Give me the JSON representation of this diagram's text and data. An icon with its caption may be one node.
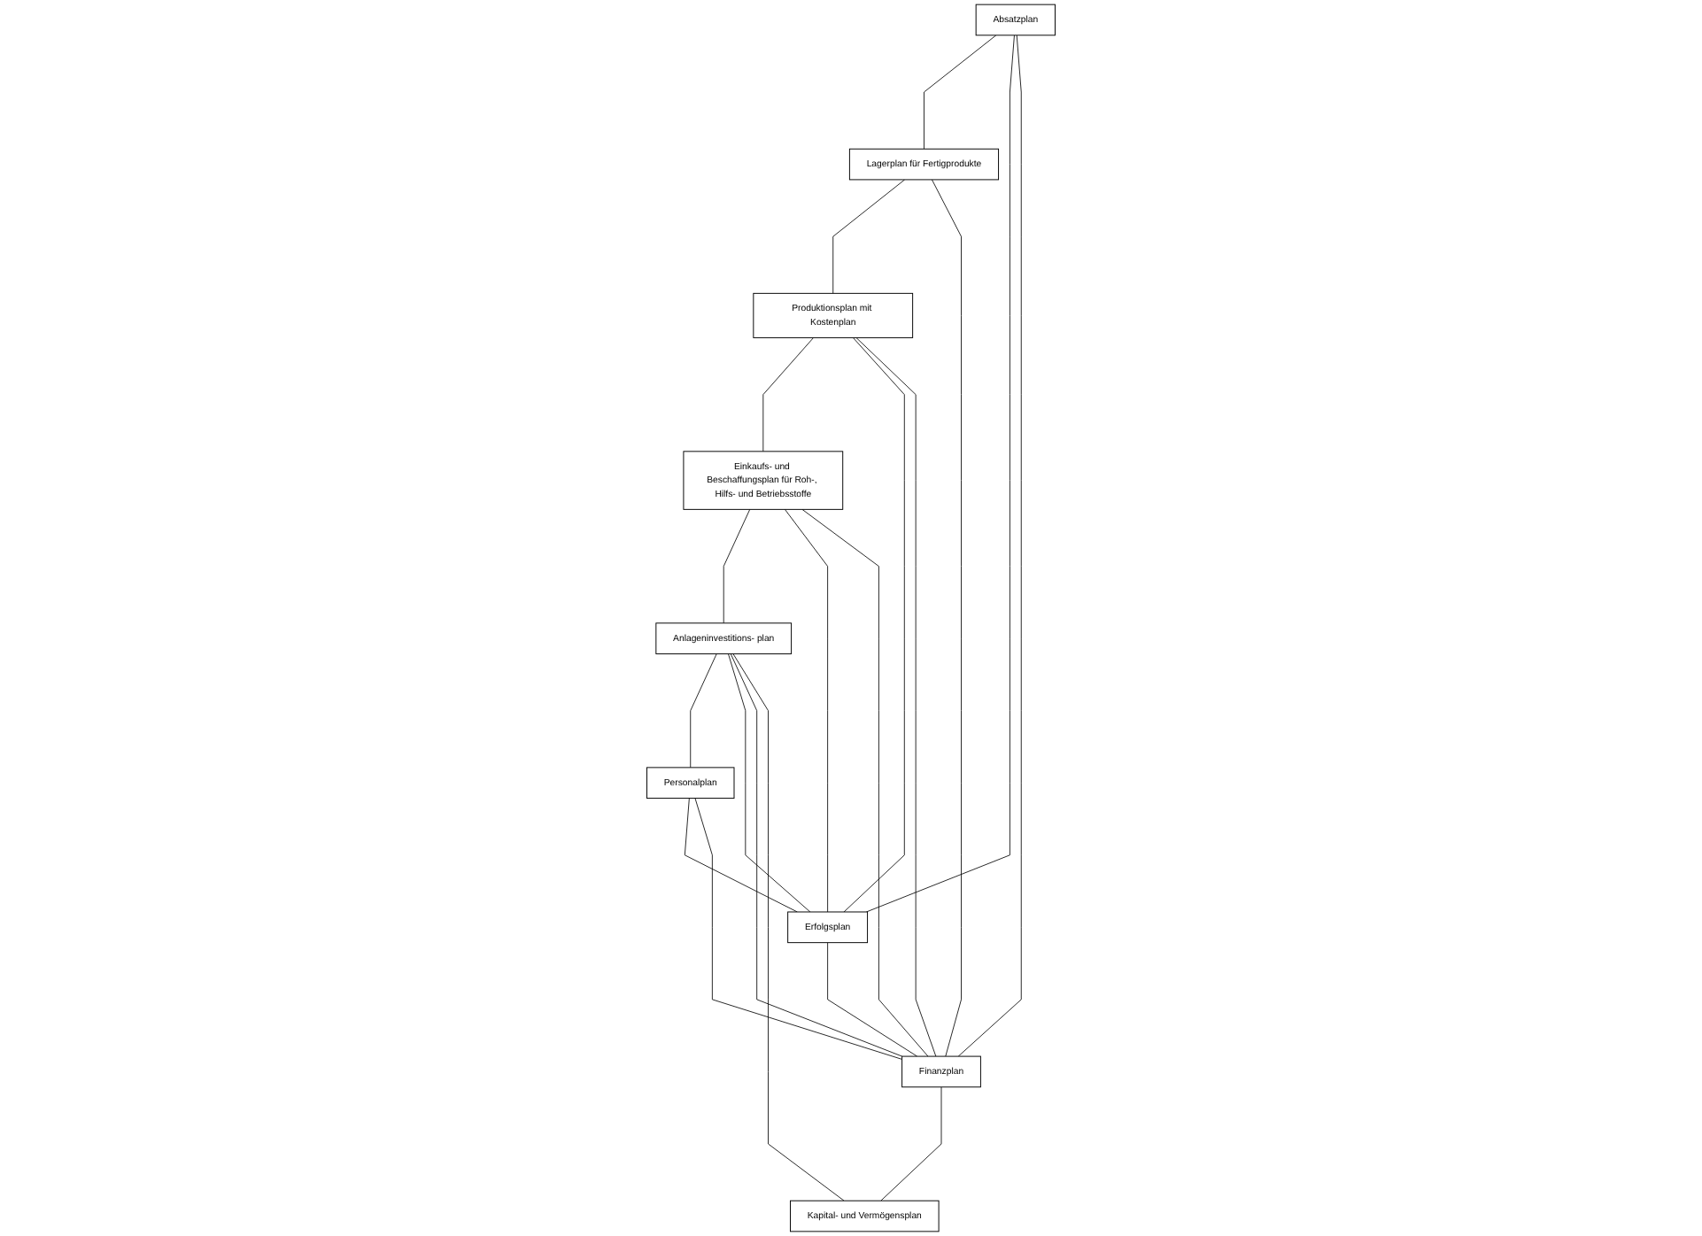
{
  "diagram": {
    "nodes": [
      {
        "text": [
          "Absatzplan"
        ]
      },
      {
        "text": [
          "Lagerplan für Fertigprodukte"
        ]
      },
      {
        "text": [
          "Produktionsplan mit Kostenplan"
        ]
      },
      {
        "text": [
          "Einkaufs- und Beschaffungsplan für Roh-, Hilfs- und Betriebsstoffe"
        ]
      },
      {
        "text": [
          "Anlageninvestitions- plan"
        ]
      },
      {
        "text": [
          "Personalplan"
        ]
      },
      {
        "text": [
          "Erfolgsplan"
        ]
      },
      {
        "text": [
          "Finanzplan"
        ]
      },
      {
        "text": [
          "Kapital- und Vermögensplan"
        ]
      }
    ],
    "edges": [
      {
        "from": 0,
        "to": 1,
        "arrow": "none"
      },
      {
        "from": 1,
        "to": 2,
        "arrow": "none"
      },
      {
        "from": 2,
        "to": 3,
        "arrow": "none"
      },
      {
        "from": 3,
        "to": 4,
        "arrow": "none"
      },
      {
        "from": 4,
        "to": 5,
        "arrow": "none"
      },
      {
        "from": 6,
        "to": 7,
        "arrow": "none"
      },
      {
        "from": 7,
        "to": 8,
        "arrow": "none"
      },
      {
        "from": 0,
        "to": 6,
        "arrow": "none"
      },
      {
        "from": 0,
        "to": 7,
        "arrow": "none"
      },
      {
        "from": 1,
        "to": 7,
        "arrow": "none"
      },
      {
        "from": 2,
        "to": 6,
        "arrow": "none"
      },
      {
        "from": 2,
        "to": 7,
        "arrow": "none"
      },
      {
        "from": 3,
        "to": 6,
        "arrow": "none"
      },
      {
        "from": 3,
        "to": 7,
        "arrow": "none"
      },
      {
        "from": 4,
        "to": 6,
        "arrow": "none"
      },
      {
        "from": 4,
        "to": 7,
        "arrow": "none"
      },
      {
        "from": 4,
        "to": 8,
        "arrow": "none"
      },
      {
        "from": 5,
        "to": 6,
        "arrow": "none"
      },
      {
        "from": 5,
        "to": 7,
        "arrow": "none"
      }
    ]
  }
}
